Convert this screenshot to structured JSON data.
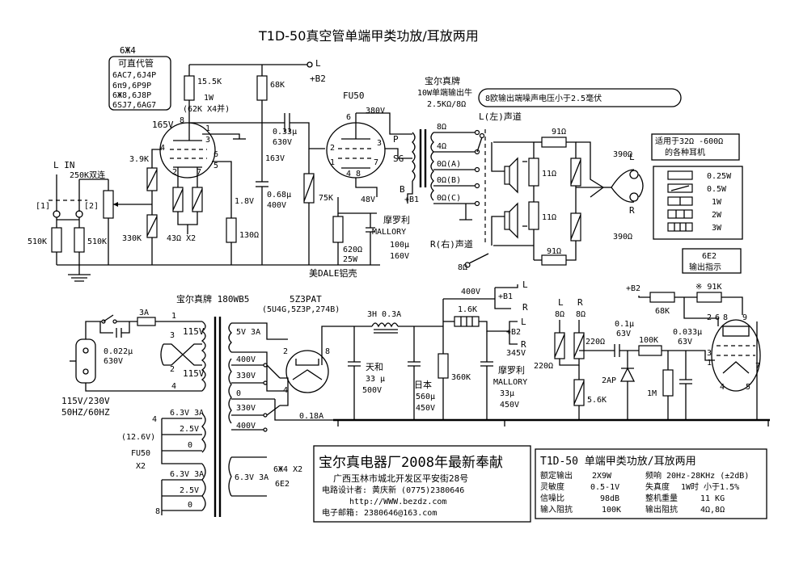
{
  "title": "T1D-50真空管单端甲类功放/耳放两用",
  "tube_6zh4": {
    "name": "6Ж4",
    "sub_title": "可直代管",
    "subs": [
      "6AC7,6J4P",
      "6π9,6P9P",
      "6Ж8,6J8P",
      "6SJ7,6AG7"
    ]
  },
  "amp": {
    "r15k": "15.5K",
    "r15k_w": "1W",
    "r15k_note": "(62K X4并)",
    "r68k": "68K",
    "v165": "165V",
    "c033_1": "0.33μ",
    "c033_2": "630V",
    "v163": "163V",
    "c068_1": "0.68μ",
    "c068_2": "400V",
    "r75k": "75K",
    "v18": "1.8V",
    "r130": "130Ω",
    "r43": "43Ω X2",
    "r39k": "3.9K",
    "r330k": "330K",
    "pot": "250K双连",
    "lin": "L IN",
    "in1": "[1]",
    "in2": "[2]",
    "r510a": "510K",
    "r510b": "510K",
    "fu50": "FU50",
    "v380": "380V",
    "v48": "48V",
    "r620_1": "620Ω",
    "r620_2": "25W",
    "mallory": "摩罗利",
    "mallory2": "MALLORY",
    "c100_1": "100μ",
    "c100_2": "160V",
    "dale": "美DALE铝壳",
    "p": "P",
    "sg": "SG",
    "b": "B",
    "b1": "+B1",
    "otx_1": "宝尔真牌",
    "otx_2": "10W单端输出牛",
    "otx_3": "2.5KΩ/8Ω",
    "taps": [
      "8Ω",
      "4Ω",
      "0Ω(A)",
      "0Ω(B)",
      "0Ω(C)"
    ],
    "l_ch": "L(左)声道",
    "r_ch": "R(右)声道",
    "r8": "8Ω",
    "L": "L",
    "Rlbl": "R",
    "plusb2": "+B2",
    "pin1": "1",
    "pin2": "2",
    "pin3": "3",
    "pin4": "4",
    "pin5": "5",
    "pin6": "6",
    "pin7": "7",
    "pin8": "8"
  },
  "hp": {
    "noise_note": "8欧输出端噪声电压小于2.5毫伏",
    "r91a": "91Ω",
    "r91b": "91Ω",
    "r11a": "11Ω",
    "r11b": "11Ω",
    "r390a": "390Ω",
    "r390b": "390Ω",
    "L": "L",
    "R": "R",
    "fit_1": "适用于32Ω -600Ω",
    "fit_2": "的各种耳机",
    "watts": [
      "0.25W",
      "0.5W",
      "1W",
      "2W",
      "3W"
    ],
    "ind_1": "6E2",
    "ind_2": "输出指示"
  },
  "psu": {
    "brand": "宝尔真牌 180WB5",
    "rect_1": "5Z3PAT",
    "rect_2": "(5U4G,5Z3P,274B)",
    "fuse": "3A",
    "cap022_1": "0.022μ",
    "cap022_2": "630V",
    "v115a": "115V",
    "v115b": "115V",
    "mains_1": "115V/230V",
    "mains_2": "50HZ/60HZ",
    "sec": [
      "5V 3A",
      "400V",
      "330V",
      "0",
      "330V",
      "400V"
    ],
    "i018": "0.18A",
    "choke": "3H 0.3A",
    "tianhe_1": "天和",
    "tianhe_2": "33 μ",
    "tianhe_3": "500V",
    "riben_1": "日本",
    "riben_2": "560μ",
    "riben_3": "450V",
    "moluo_1": "摩罗利",
    "moluo_2": "MALLORY",
    "moluo_3": "33μ",
    "moluo_4": "450V",
    "r16k": "1.6K",
    "r360k": "360K",
    "v400": "400V",
    "v345": "345V",
    "b1": "+B1",
    "b2": "+B2",
    "L": "L",
    "R": "R",
    "heat1": [
      "6.3V 3A",
      "2.5V",
      "0"
    ],
    "v126": "(12.6V)",
    "fu50x2_1": "FU50",
    "fu50x2_2": "X2",
    "heat2": [
      "6.3V 3A",
      "2.5V",
      "0"
    ],
    "heat3": "6.3V 3A",
    "heat3_t1": "6Ж4 X2",
    "heat3_t2": "6E2",
    "n1": "1",
    "n2": "2",
    "n3": "3",
    "n4": "4",
    "n8": "8"
  },
  "ind": {
    "b2": "+B2",
    "r91k": "※ 91K",
    "r68k": "68K",
    "L1": "L",
    "R1": "R",
    "r8a": "8Ω",
    "r8b": "8Ω",
    "c01_1": "0.1μ",
    "c01_2": "63V",
    "r220a": "220Ω",
    "r220b": "220Ω",
    "r100k": "100K",
    "c0033_1": "0.033μ",
    "c0033_2": "63V",
    "d": "2AP",
    "r56k": "5.6K",
    "r1m": "1M",
    "pins": [
      "2",
      "6",
      "8",
      "9",
      "3",
      "1",
      "7",
      "4",
      "5"
    ]
  },
  "factory": {
    "name": "宝尔真电器厂2008年最新奉献",
    "addr": "广西玉林市城北开发区平安街28号",
    "designer": "电路设计者: 黄庆新  (0775)2380646",
    "url": "http://WWW.bezdz.com",
    "email": "电子邮箱: 2380646@163.com"
  },
  "spec": {
    "head": "T1D-50  单端甲类功放/耳放两用",
    "rows": [
      [
        "额定输出",
        "2X9W",
        "频响",
        "20Hz-28KHz (±2dB)"
      ],
      [
        "灵敏度",
        "0.5-1V",
        "失真度",
        "1W时 小于1.5%"
      ],
      [
        "信噪比",
        "98dB",
        "整机重量",
        "11 KG"
      ],
      [
        "输入阻抗",
        "100K",
        "输出阻抗",
        "4Ω,8Ω"
      ]
    ]
  }
}
